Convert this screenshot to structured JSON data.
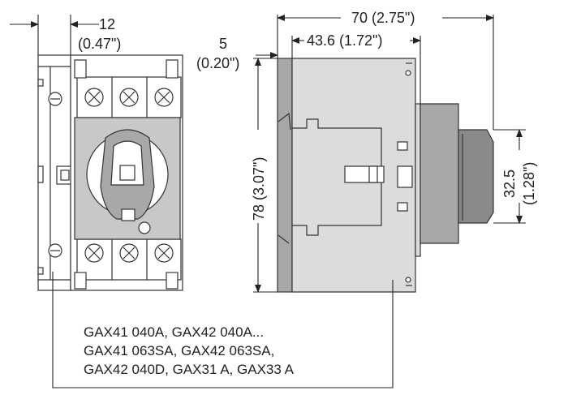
{
  "dimensions": {
    "top_12": "12",
    "top_12_in": "(0.47\")",
    "top_70": "70 (2.75\")",
    "top_43": "43.6 (1.72\")",
    "left_5": "5",
    "left_5_in": "(0.20\")",
    "height_78": "78 (3.07\")",
    "right_32": "32.5",
    "right_32_in": "(1.28\")"
  },
  "caption": {
    "line1": "GAX41 040A, GAX42 040A...",
    "line2": "GAX41 063SA, GAX42 063SA,",
    "line3": "GAX42 040D, GAX31 A, GAX33 A"
  }
}
